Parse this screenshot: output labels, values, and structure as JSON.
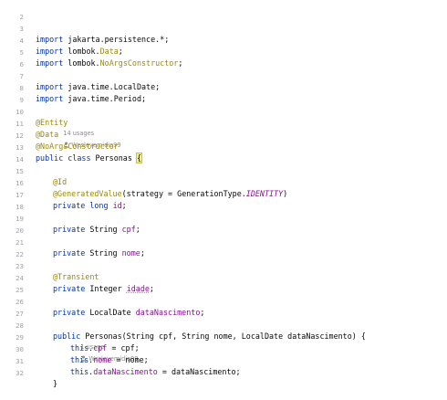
{
  "lines": [
    {
      "n": "2"
    },
    {
      "n": "3",
      "t1": "import",
      "t2": " jakarta.persistence.*;"
    },
    {
      "n": "4",
      "t1": "import",
      "t2": " lombok.",
      "t3": "Data",
      "t4": ";"
    },
    {
      "n": "5",
      "t1": "import",
      "t2": " lombok.",
      "t3": "NoArgsConstructor",
      "t4": ";"
    },
    {
      "n": "6"
    },
    {
      "n": "7",
      "t1": "import",
      "t2": " java.time.LocalDate;"
    },
    {
      "n": "8",
      "t1": "import",
      "t2": " java.time.Period;"
    },
    {
      "n": "9"
    },
    {
      "n": "10",
      "t1": "@Entity",
      "h1": "14 usages",
      "h2": "Wesleyemidio99"
    },
    {
      "n": "11",
      "t1": "@Data"
    },
    {
      "n": "12",
      "t1": "@NoArgsConstructor"
    },
    {
      "n": "13",
      "t1": "public class",
      "t2": " Personas ",
      "t3": "{"
    },
    {
      "n": "14"
    },
    {
      "n": "15",
      "t1": "@Id"
    },
    {
      "n": "16",
      "t1": "@GeneratedValue",
      "t2": "(strategy = GenerationType.",
      "t3": "IDENTITY",
      "t4": ")"
    },
    {
      "n": "17",
      "t1": "private long",
      "t2": " ",
      "t3": "id",
      "t4": ";"
    },
    {
      "n": "18"
    },
    {
      "n": "19",
      "t1": "private",
      "t2": " String ",
      "t3": "cpf",
      "t4": ";"
    },
    {
      "n": "20"
    },
    {
      "n": "21",
      "t1": "private",
      "t2": " String ",
      "t3": "nome",
      "t4": ";"
    },
    {
      "n": "22"
    },
    {
      "n": "23",
      "t1": "@Transient"
    },
    {
      "n": "24",
      "t1": "private",
      "t2": " Integer ",
      "t3": "idade",
      "t4": ";"
    },
    {
      "n": "25"
    },
    {
      "n": "26",
      "t1": "private",
      "t2": " LocalDate ",
      "t3": "dataNascimento",
      "t4": ";"
    },
    {
      "n": "27"
    },
    {
      "n": "28",
      "t1": "public",
      "t2": " Personas(String cpf, String nome, LocalDate dataNascimento) {",
      "h1": "1 usage",
      "h2": "Wesleyemidio99"
    },
    {
      "n": "29",
      "t1": "this",
      "t2": ".",
      "t3": "cpf",
      "t4": " = cpf;"
    },
    {
      "n": "30",
      "t1": "this",
      "t2": ".",
      "t3": "nome",
      "t4": " = nome;"
    },
    {
      "n": "31",
      "t1": "this",
      "t2": ".",
      "t3": "dataNascimento",
      "t4": " = dataNascimento;"
    },
    {
      "n": "32",
      "t1": "}"
    }
  ]
}
